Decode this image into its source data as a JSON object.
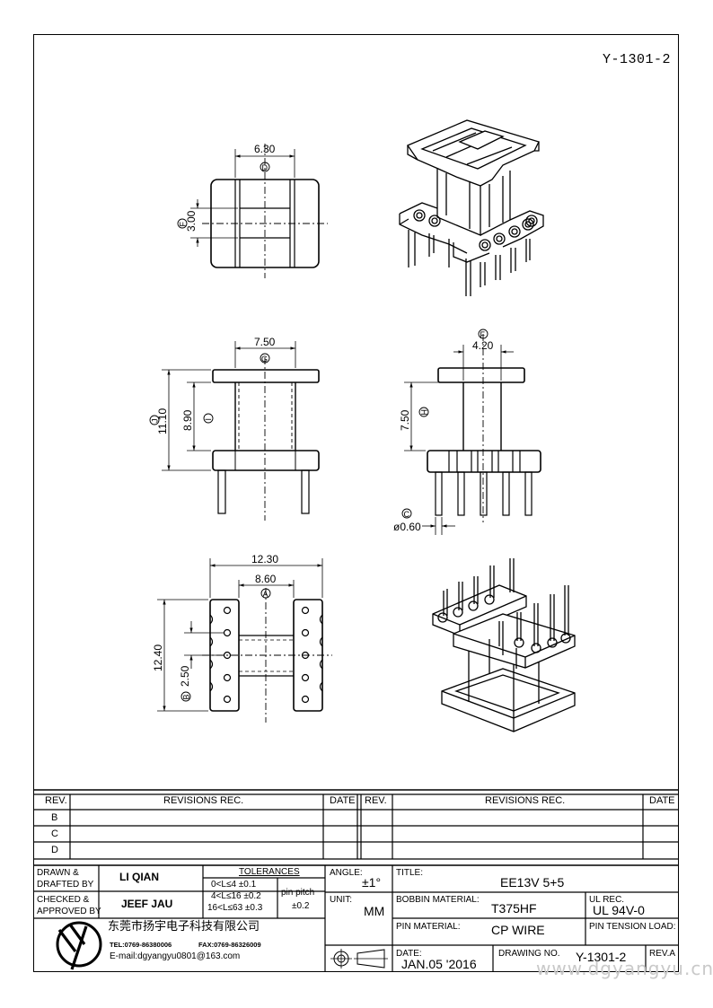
{
  "drawing_number": "Y-1301-2",
  "dimensions": {
    "top_width": "6.30",
    "top_width_ref": "D",
    "top_height": "3.00",
    "top_height_ref": "F",
    "front_width": "7.50",
    "front_width_ref": "G",
    "front_overall": "11.10",
    "front_overall_ref": "J",
    "front_inner": "8.90",
    "front_inner_ref": "I",
    "side_width": "4.20",
    "side_width_ref": "F",
    "side_height": "7.50",
    "side_height_ref": "H",
    "pin_dia": "ø0.60",
    "pin_dia_ref": "C",
    "bottom_overall": "12.30",
    "bottom_inner": "8.60",
    "bottom_inner_ref": "A",
    "bottom_height": "12.40",
    "pitch": "2.50",
    "pitch_ref": "B"
  },
  "revisions": {
    "rev_header": "REV.",
    "rec_header": "REVISIONS   REC.",
    "date_header": "DATE",
    "rows": [
      "B",
      "C",
      "D"
    ]
  },
  "title_block": {
    "drawn_label_1": "DRAWN  &",
    "drawn_label_2": "DRAFTED  BY",
    "drawn_by": "LI QIAN",
    "checked_label_1": "CHECKED  &",
    "checked_label_2": "APPROVED  BY",
    "checked_by": "JEEF JAU",
    "tolerances_label": "TOLERANCES",
    "tol_1": "0<L≤4    ±0.1",
    "tol_2": "4<L≤16  ±0.2",
    "tol_3": "16<L≤63  ±0.3",
    "pin_pitch_label": "pin pitch",
    "pin_pitch_value": "±0.2",
    "angle_label": "ANGLE:",
    "angle_value": "±1°",
    "unit_label": "UNIT:",
    "unit_value": "MM",
    "title_label": "TITLE:",
    "title_value": "EE13V 5+5",
    "bobbin_label": "BOBBIN MATERIAL:",
    "bobbin_value": "T375HF",
    "ul_label": "UL REC.",
    "ul_value": "UL 94V-0",
    "pin_material_label": "PIN MATERIAL:",
    "pin_material_value": "CP WIRE",
    "pin_tension_label": "PIN TENSION LOAD:",
    "date_label": "DATE:",
    "date_value": "JAN.05  '2016",
    "drawing_no_label": "DRAWING NO.",
    "drawing_no_value": "Y-1301-2",
    "rev_label": "REV.A",
    "company_name": "东莞市扬宇电子科技有限公司",
    "tel": "TEL:0769-86380006",
    "fax": "FAX:0769-86326009",
    "email": "E-mail:dgyangyu0801@163.com",
    "watermark": "www.dgyangyu.cn"
  }
}
